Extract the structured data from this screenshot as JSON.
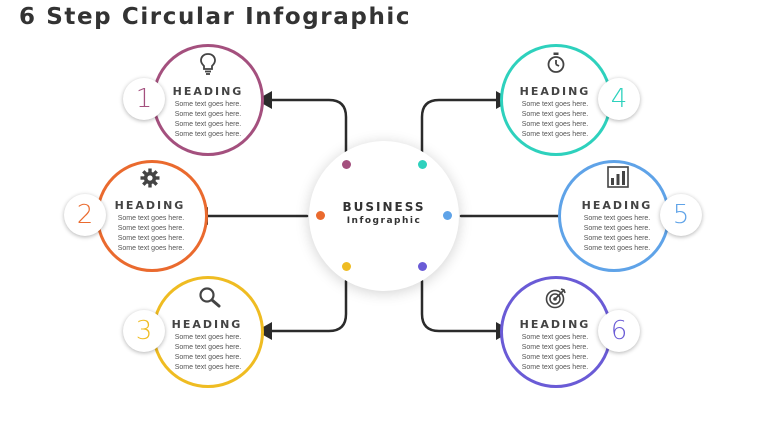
{
  "title": "6 Step Circular Infographic",
  "hub": {
    "title": "BUSINESS",
    "subtitle": "Infographic"
  },
  "steps": [
    {
      "number": "1",
      "heading": "HEADING",
      "text": "Some text goes here. Some text goes here. Some text goes here. Some text goes here.",
      "color": "#a4507e",
      "icon": "lightbulb-icon"
    },
    {
      "number": "2",
      "heading": "HEADING",
      "text": "Some text goes here. Some text goes here. Some text goes here. Some text goes here.",
      "color": "#ea6a2e",
      "icon": "gear-icon"
    },
    {
      "number": "3",
      "heading": "HEADING",
      "text": "Some text goes here. Some text goes here. Some text goes here. Some text goes here.",
      "color": "#efbc22",
      "icon": "search-icon"
    },
    {
      "number": "4",
      "heading": "HEADING",
      "text": "Some text goes here. Some text goes here. Some text goes here. Some text goes here.",
      "color": "#2ed1bd",
      "icon": "stopwatch-icon"
    },
    {
      "number": "5",
      "heading": "HEADING",
      "text": "Some text goes here. Some text goes here. Some text goes here. Some text goes here.",
      "color": "#5fa3e8",
      "icon": "bar-chart-icon"
    },
    {
      "number": "6",
      "heading": "HEADING",
      "text": "Some text goes here. Some text goes here. Some text goes here. Some text goes here.",
      "color": "#6a5bd6",
      "icon": "target-icon"
    }
  ]
}
